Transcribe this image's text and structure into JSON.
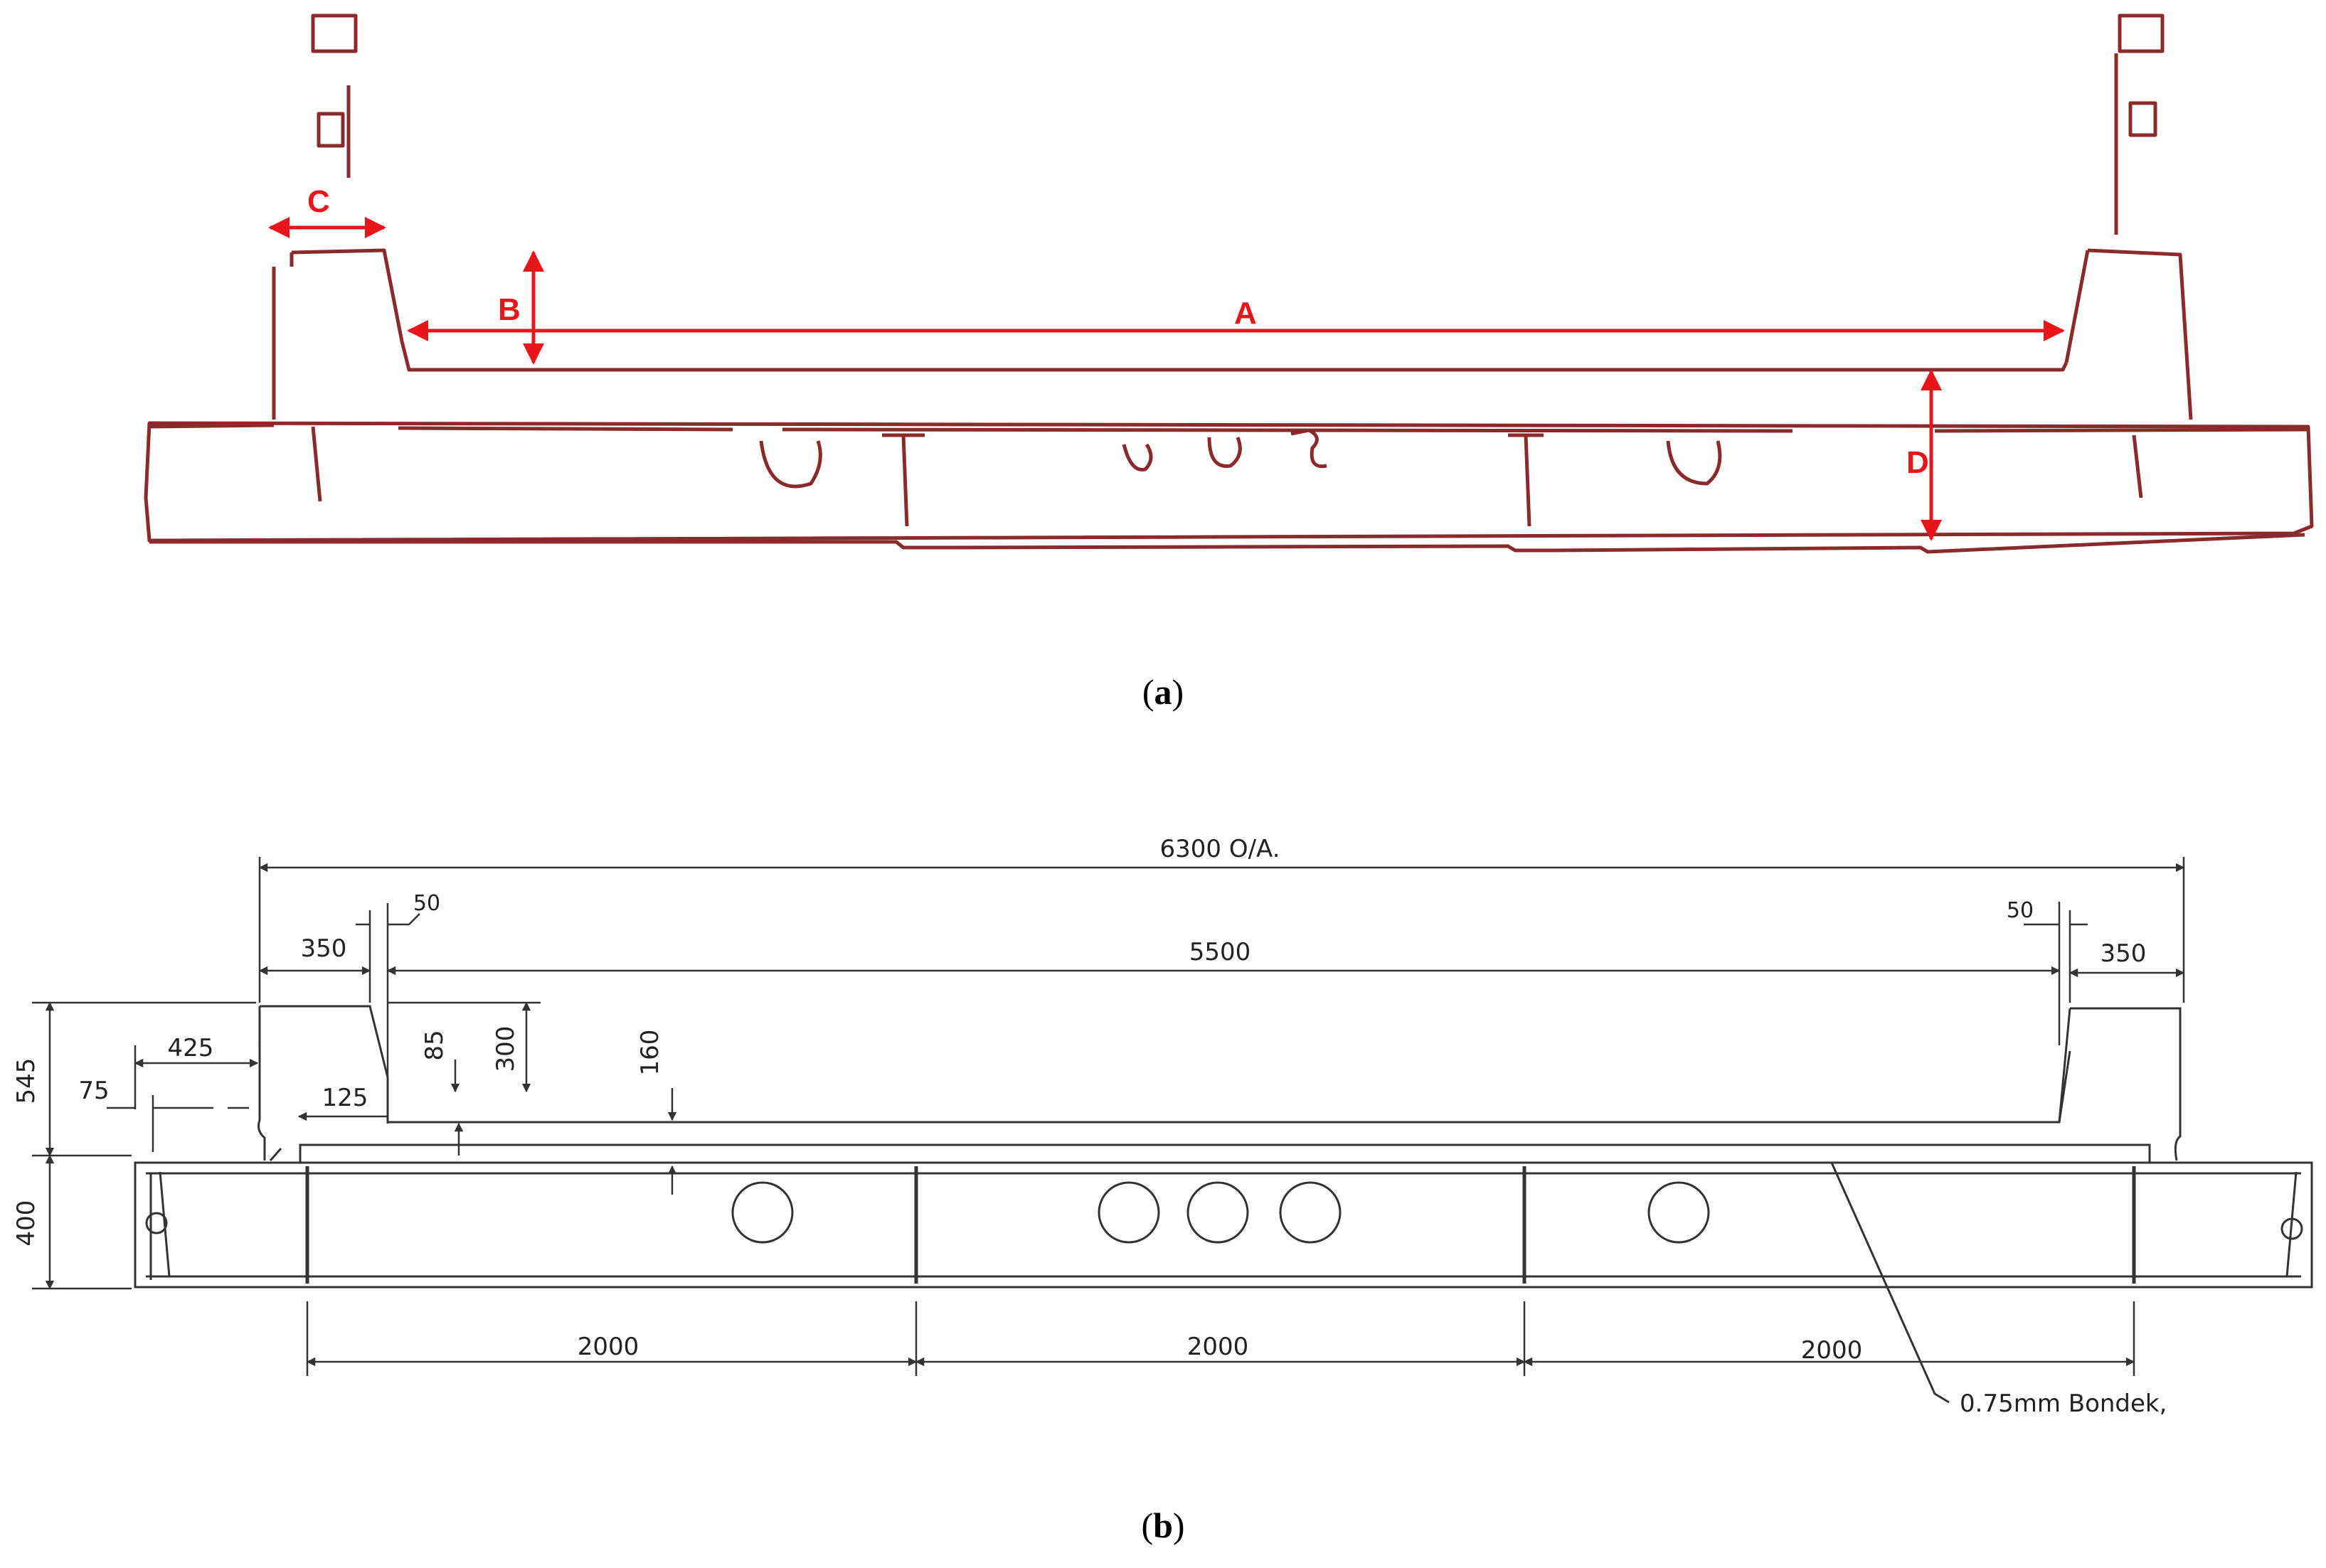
{
  "colors": {
    "sketch": "#8b2a2a",
    "accent": "#e8161b",
    "ink": "#333333"
  },
  "panel_a": {
    "labels": {
      "A": "A",
      "B": "B",
      "C": "C",
      "D": "D"
    },
    "caption_open": "(",
    "caption_letter": "a",
    "caption_close": ")"
  },
  "panel_b": {
    "dims": {
      "overall": "6300 O/A.",
      "span": "5500",
      "left_350": "350",
      "right_350": "350",
      "left_50": "50",
      "right_50": "50",
      "d545": "545",
      "d400": "400",
      "d425": "425",
      "d75": "75",
      "d125": "125",
      "d85": "85",
      "d300": "300",
      "d160": "160",
      "bay1": "2000",
      "bay2": "2000",
      "bay3": "2000"
    },
    "note": "0.75mm Bondek,",
    "caption_open": "(",
    "caption_letter": "b",
    "caption_close": ")"
  }
}
